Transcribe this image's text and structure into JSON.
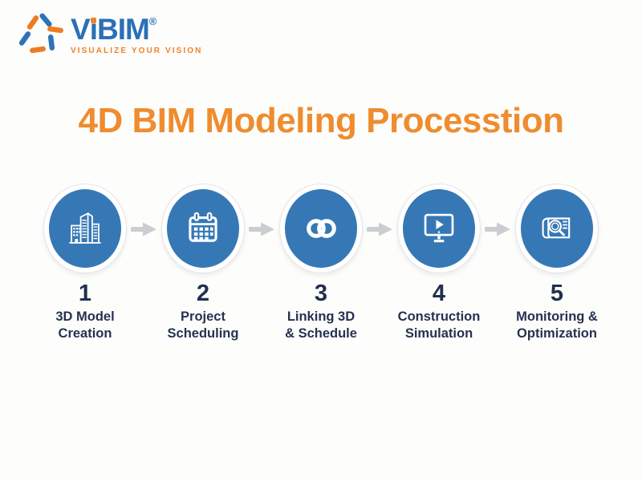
{
  "logo": {
    "brand_v": "V",
    "brand_i": "i",
    "brand_bim": "BIM",
    "registered": "®",
    "tagline": "VISUALIZE YOUR VISION"
  },
  "title": "4D BIM Modeling Processtion",
  "steps": [
    {
      "number": "1",
      "icon": "building-icon",
      "label_line1": "3D Model",
      "label_line2": "Creation"
    },
    {
      "number": "2",
      "icon": "calendar-icon",
      "label_line1": "Project",
      "label_line2": "Scheduling"
    },
    {
      "number": "3",
      "icon": "link-icon",
      "label_line1": "Linking 3D",
      "label_line2": "& Schedule"
    },
    {
      "number": "4",
      "icon": "simulation-monitor-icon",
      "label_line1": "Construction",
      "label_line2": "Simulation"
    },
    {
      "number": "5",
      "icon": "blueprint-magnifier-icon",
      "label_line1": "Monitoring &",
      "label_line2": "Optimization"
    }
  ],
  "colors": {
    "title_orange": "#ef8c2e",
    "logo_blue": "#2b6fb8",
    "logo_orange": "#f08229",
    "circle_blue": "#3578b5",
    "arrow_gray": "#cacdd1",
    "text_navy": "#22304f",
    "background": "#fdfdfb"
  }
}
